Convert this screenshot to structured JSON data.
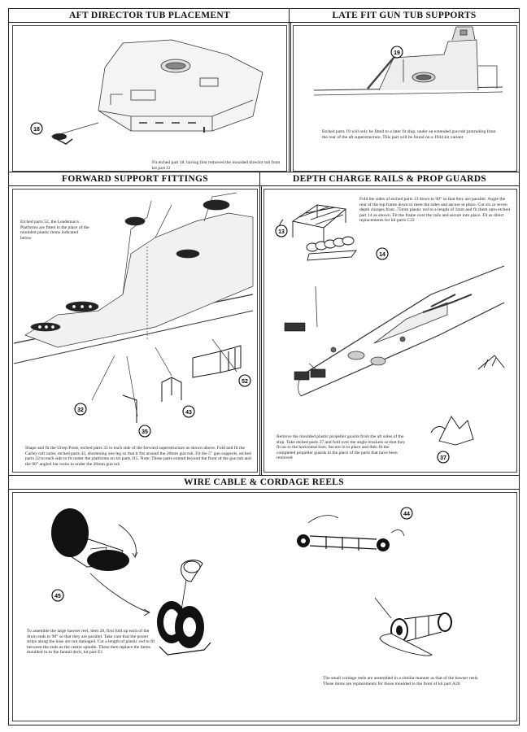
{
  "panels": {
    "aft": {
      "title": "AFT DIRECTOR TUB PLACEMENT",
      "callout": "18",
      "caption": "Fit etched part 18, having first removed the moulded director tub from kit part J2"
    },
    "late": {
      "title": "LATE FIT GUN TUB SUPPORTS",
      "callout": "19",
      "caption": "Etched parts 19 will only be fitted to a later fit ship, under an extended gun tub protruding from the rear of the aft superstructure. This part will be found on a 1944 kit variant"
    },
    "forward": {
      "title": "FORWARD SUPPORT FITTINGS",
      "intro": "Etched parts 52, the Leadsman's Platforms are fitted in the place of the moulded plastic items indicated below",
      "callouts": [
        "52",
        "32",
        "43",
        "35"
      ],
      "caption": "Shape and fit the Utrep Posts, etched parts 35 to each side of the forward superstructure as shown above. Fold and fit the Carley raft racks, etched parts 43, shortening one leg so that it fits around the 20mm gun tub. Fit the 5\" gun supports, etched parts 32 to each side to fit under the platforms on kit parts J15. Note: These parts extend beyond the front of the gun tub and the 90° angled bar tucks in under the 20mm gun tub"
    },
    "depth": {
      "title": "DEPTH CHARGE RAILS & PROP GUARDS",
      "callouts": [
        "13",
        "14",
        "37"
      ],
      "caption_top": "Fold the sides of etched parts 13 down to 90° so that they are parallel. Angle the rear of the top frame down to meet the sides and secure in place. Cut six or seven depth charges from .75mm plastic rod to a length of 1mm and fit them onto etched part 14 as shown. Fit the frame over the rails and secure into place. Fit as direct replacements for kit parts C22",
      "caption_bottom": "Remove the moulded plastic propeller guards from the aft sides of the ship. Take etched parts 37 and fold over the angle brackets so that they fit on to the horizontal bars. Secure in to place and then fit the completed propeller guards in the place of the parts that have been removed"
    },
    "wire": {
      "title": "WIRE CABLE & CORDAGE REELS",
      "callouts": [
        "45",
        "44"
      ],
      "caption_left": "To assemble the large hawser reel, item 28, first fold up each of the drum ends to 90° so that they are parallel. Take care that the poster strips along the base are not damaged. Cut a length of plastic rod to fit between the ends as the centre spindle. These then replace the items moulded in to the fantail deck, kit part E1",
      "caption_right": "The small cordage reels are assembled in a similar manner as that of the hawser reels. These items are replacements for those moulded to the front of kit part A20"
    }
  }
}
